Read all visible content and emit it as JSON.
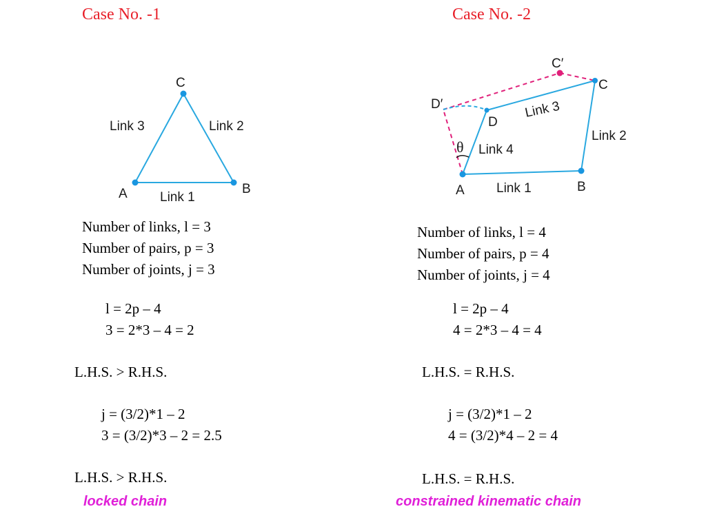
{
  "case1": {
    "title": "Case No. -1",
    "diagram": {
      "point_a": "A",
      "point_b": "B",
      "point_c": "C",
      "link1": "Link 1",
      "link2": "Link 2",
      "link3": "Link 3"
    },
    "counts": [
      "Number of links, l = 3",
      "Number of pairs, p = 3",
      "Number of joints, j = 3"
    ],
    "eq1": [
      "l = 2p – 4",
      "3 = 2*3 – 4 = 2"
    ],
    "result1": "L.H.S. > R.H.S.",
    "eq2": [
      "j = (3/2)*1 – 2",
      "3 = (3/2)*3 – 2 = 2.5"
    ],
    "result2": "L.H.S. > R.H.S.",
    "conclusion": "locked chain"
  },
  "case2": {
    "title": "Case No. -2",
    "diagram": {
      "point_a": "A",
      "point_b": "B",
      "point_c": "C",
      "point_d": "D",
      "point_c_prime": "C′",
      "point_d_prime": "D′",
      "theta": "θ",
      "link1": "Link 1",
      "link2": "Link 2",
      "link3": "Link 3",
      "link4": "Link 4"
    },
    "counts": [
      "Number of links, l = 4",
      "Number of pairs, p = 4",
      "Number of joints, j = 4"
    ],
    "eq1": [
      "l = 2p – 4",
      "4 = 2*3 – 4 = 4"
    ],
    "result1": "L.H.S. = R.H.S.",
    "eq2": [
      "j = (3/2)*1 – 2",
      "4 = (3/2)*4 – 2 = 4"
    ],
    "result2": "L.H.S. =  R.H.S.",
    "conclusion": "constrained kinematic chain"
  },
  "colors": {
    "title": "#e8202a",
    "link": "#29a8e0",
    "joint": "#1996e0",
    "dashed": "#e0207a",
    "conclusion": "#e020d8"
  }
}
